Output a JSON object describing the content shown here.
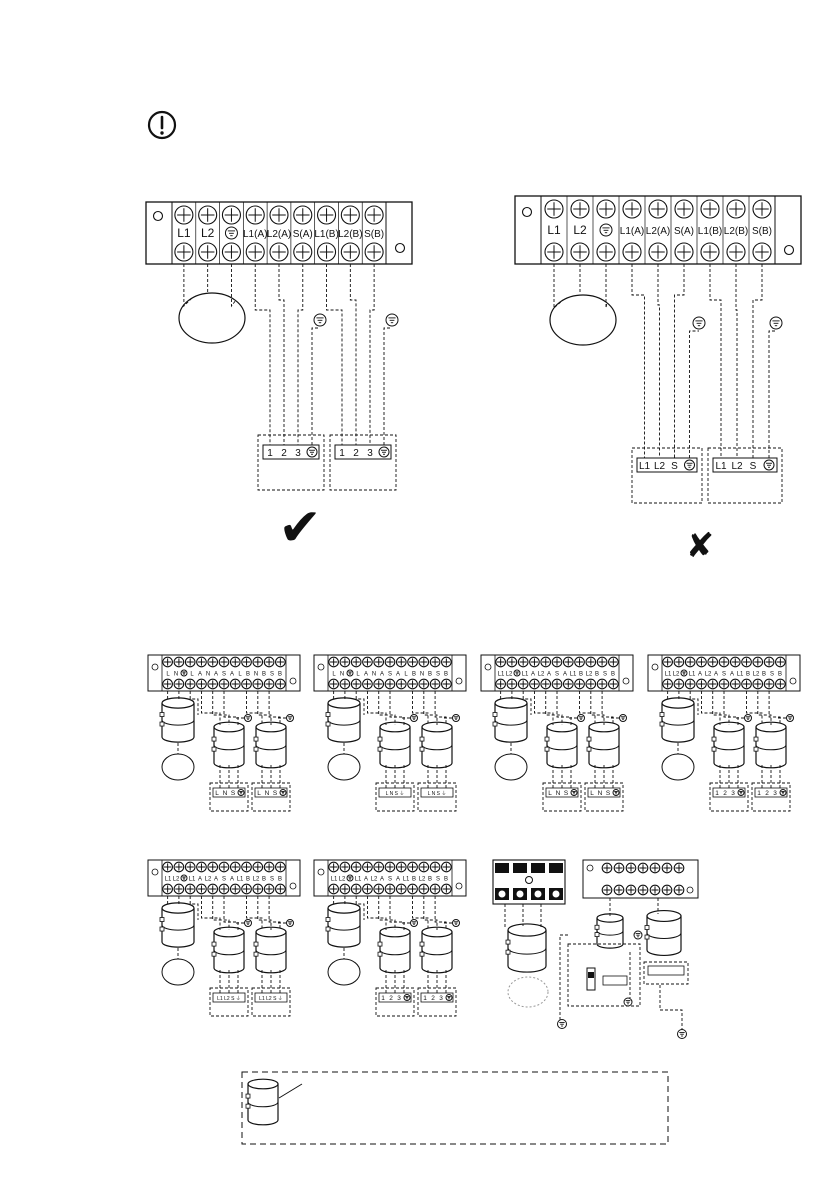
{
  "big_diagrams": [
    {
      "id": "correct",
      "terminals": [
        "L1",
        "L2",
        "⏚",
        "L1(A)",
        "L2(A)",
        "S(A)",
        "L1(B)",
        "L2(B)",
        "S(B)"
      ],
      "units": [
        {
          "terminals": [
            "1",
            "2",
            "3",
            "⏚"
          ]
        },
        {
          "terminals": [
            "1",
            "2",
            "3",
            "⏚"
          ]
        }
      ],
      "mark": "✔"
    },
    {
      "id": "incorrect",
      "terminals": [
        "L1",
        "L2",
        "⏚",
        "L1(A)",
        "L2(A)",
        "S(A)",
        "L1(B)",
        "L2(B)",
        "S(B)"
      ],
      "units": [
        {
          "terminals": [
            "L1",
            "L2",
            "S",
            "⏚"
          ]
        },
        {
          "terminals": [
            "L1",
            "L2",
            "S",
            "⏚"
          ]
        }
      ],
      "mark": "✘"
    }
  ],
  "small_diagrams": [
    {
      "top": [
        "L",
        "N",
        "⏚",
        "L",
        "A",
        "N",
        "A",
        "S",
        "A",
        "L",
        "B",
        "N",
        "B",
        "S",
        "B"
      ],
      "unit": [
        "L",
        "N",
        "S",
        "⏚"
      ]
    },
    {
      "top": [
        "L",
        "N",
        "⏚",
        "L",
        "A",
        "N",
        "A",
        "S",
        "A",
        "L",
        "B",
        "N",
        "B",
        "S",
        "B"
      ],
      "unit": [
        "L N S ⏚"
      ]
    },
    {
      "top": [
        "L1",
        "L2",
        "⏚",
        "L1",
        "A",
        "L2",
        "A",
        "S",
        "A",
        "L1",
        "B",
        "L2",
        "B",
        "S",
        "B"
      ],
      "unit": [
        "L",
        "N",
        "S",
        "⏚"
      ]
    },
    {
      "top": [
        "L1",
        "L2",
        "⏚",
        "L1",
        "A",
        "L2",
        "A",
        "S",
        "A",
        "L1",
        "B",
        "L2",
        "B",
        "S",
        "B"
      ],
      "unit": [
        "1",
        "2",
        "3",
        "⏚"
      ]
    },
    {
      "top": [
        "L1",
        "L2",
        "⏚",
        "L1",
        "A",
        "L2",
        "A",
        "S",
        "A",
        "L1",
        "B",
        "L2",
        "B",
        "S",
        "B"
      ],
      "unit": [
        "L1 L2 S ⏚"
      ]
    },
    {
      "top": [
        "L1",
        "L2",
        "⏚",
        "L1",
        "A",
        "L2",
        "A",
        "S",
        "A",
        "L1",
        "B",
        "L2",
        "B",
        "S",
        "B"
      ],
      "unit": [
        "1",
        "2",
        "3",
        "⏚"
      ]
    }
  ]
}
